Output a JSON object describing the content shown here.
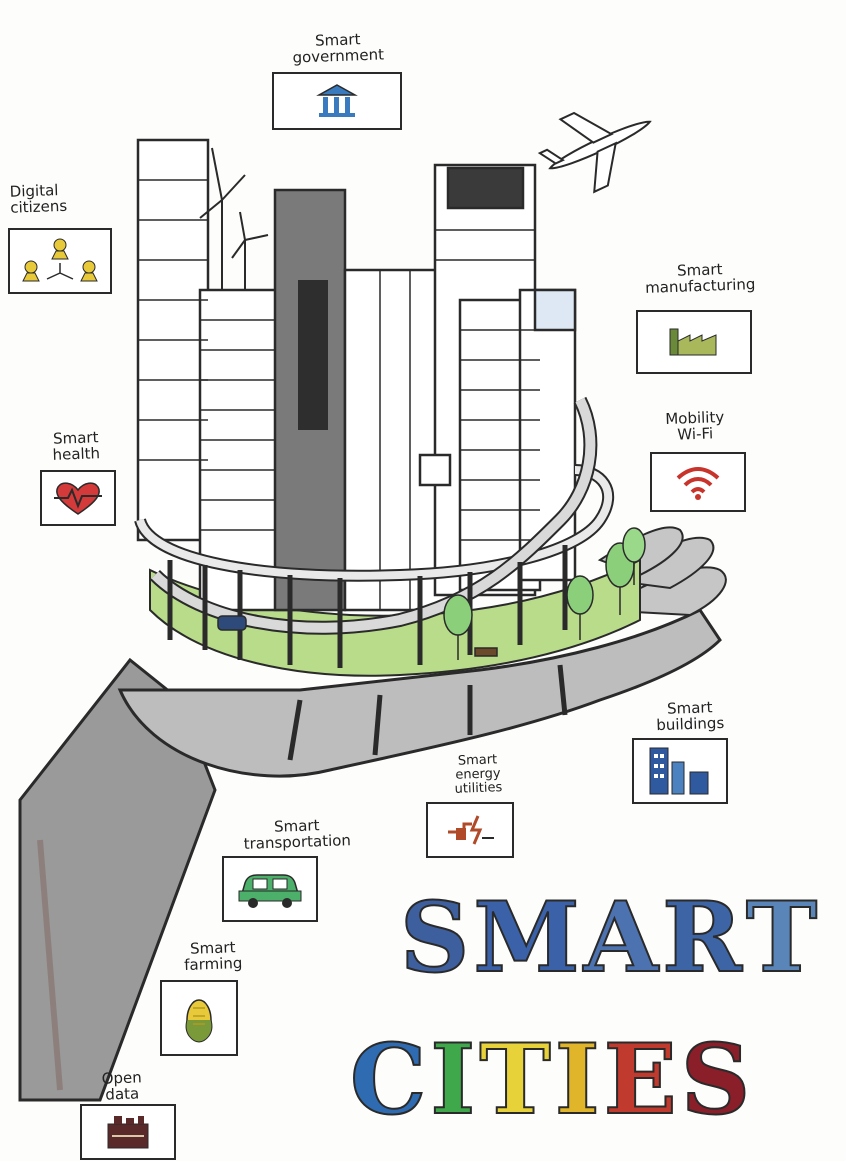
{
  "title": {
    "line1": [
      "S",
      "M",
      "A",
      "R",
      "T"
    ],
    "line2": [
      "C",
      "I",
      "T",
      "I",
      "E",
      "S"
    ],
    "line1_colors": [
      "#3e5f9e",
      "#3b62a8",
      "#4c72b0",
      "#3d65a6",
      "#5a85b8"
    ],
    "line2_colors": [
      "#2f6bb0",
      "#3ea84a",
      "#e8d23a",
      "#e0b52a",
      "#c03a2e",
      "#8a1f2a"
    ]
  },
  "labels": {
    "gov": "Smart\ngovernment",
    "citizens": "Digital\ncitizens",
    "manufacturing": "Smart\nmanufacturing",
    "health": "Smart\nhealth",
    "wifi": "Mobility\nWi-Fi",
    "buildings": "Smart\nbuildings",
    "energy": "Smart\nenergy\nutilities",
    "transport": "Smart\ntransportation",
    "farming": "Smart\nfarming",
    "opendata": "Open\ndata"
  },
  "colors": {
    "ink": "#2a2a2a",
    "grass": "#b9dc8a",
    "steel": "#8e8e8e",
    "gov_blue": "#3a7bbf",
    "heart_red": "#d43a3a",
    "wifi_red": "#c8332b",
    "car_green": "#4caf6a",
    "corn_yellow": "#e8c93a",
    "factory_green": "#6a8a3a"
  }
}
